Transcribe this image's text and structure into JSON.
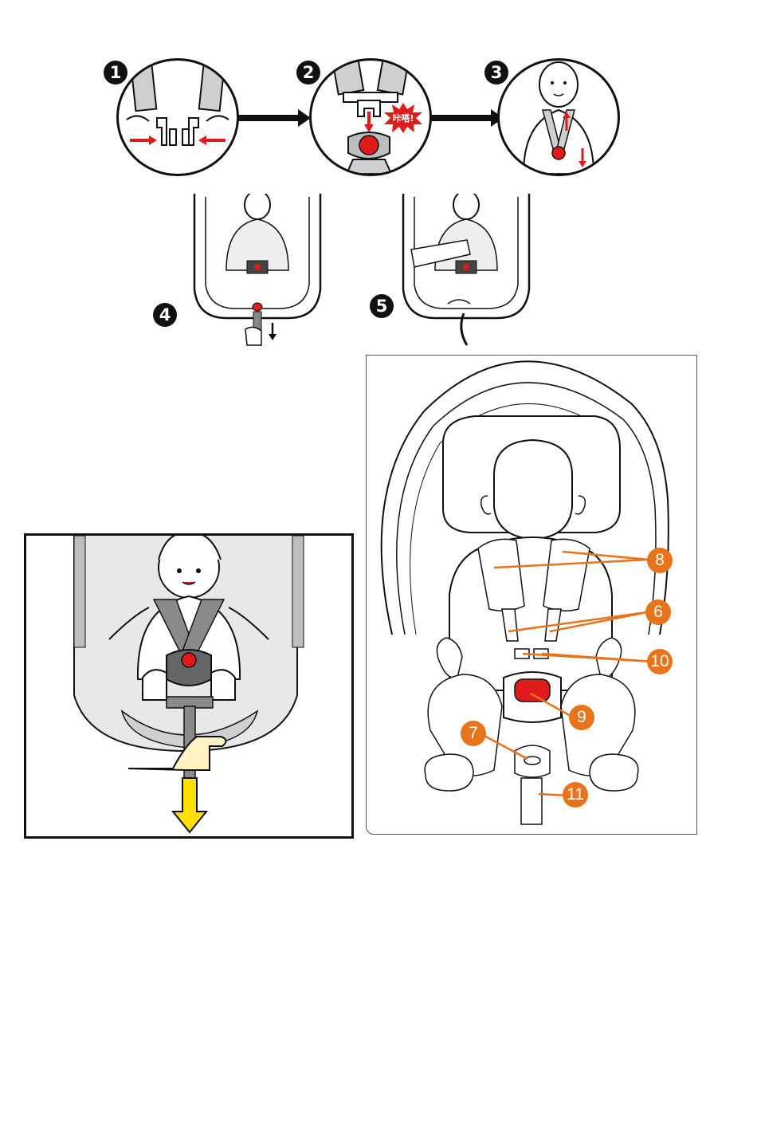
{
  "steps": [
    {
      "number": "1"
    },
    {
      "number": "2",
      "burst_label": "咔嗒!"
    },
    {
      "number": "3"
    },
    {
      "number": "4"
    },
    {
      "number": "5"
    }
  ],
  "callouts": [
    {
      "id": "8",
      "label": "8"
    },
    {
      "id": "6",
      "label": "6"
    },
    {
      "id": "10",
      "label": "10"
    },
    {
      "id": "9",
      "label": "9"
    },
    {
      "id": "7",
      "label": "7"
    },
    {
      "id": "11",
      "label": "11"
    }
  ],
  "colors": {
    "callout": "#e8731a",
    "buckle_red": "#e01b1b",
    "pull_arrow": "#ffe000",
    "line": "#111111",
    "seat_gray": "#d9d9d9"
  }
}
